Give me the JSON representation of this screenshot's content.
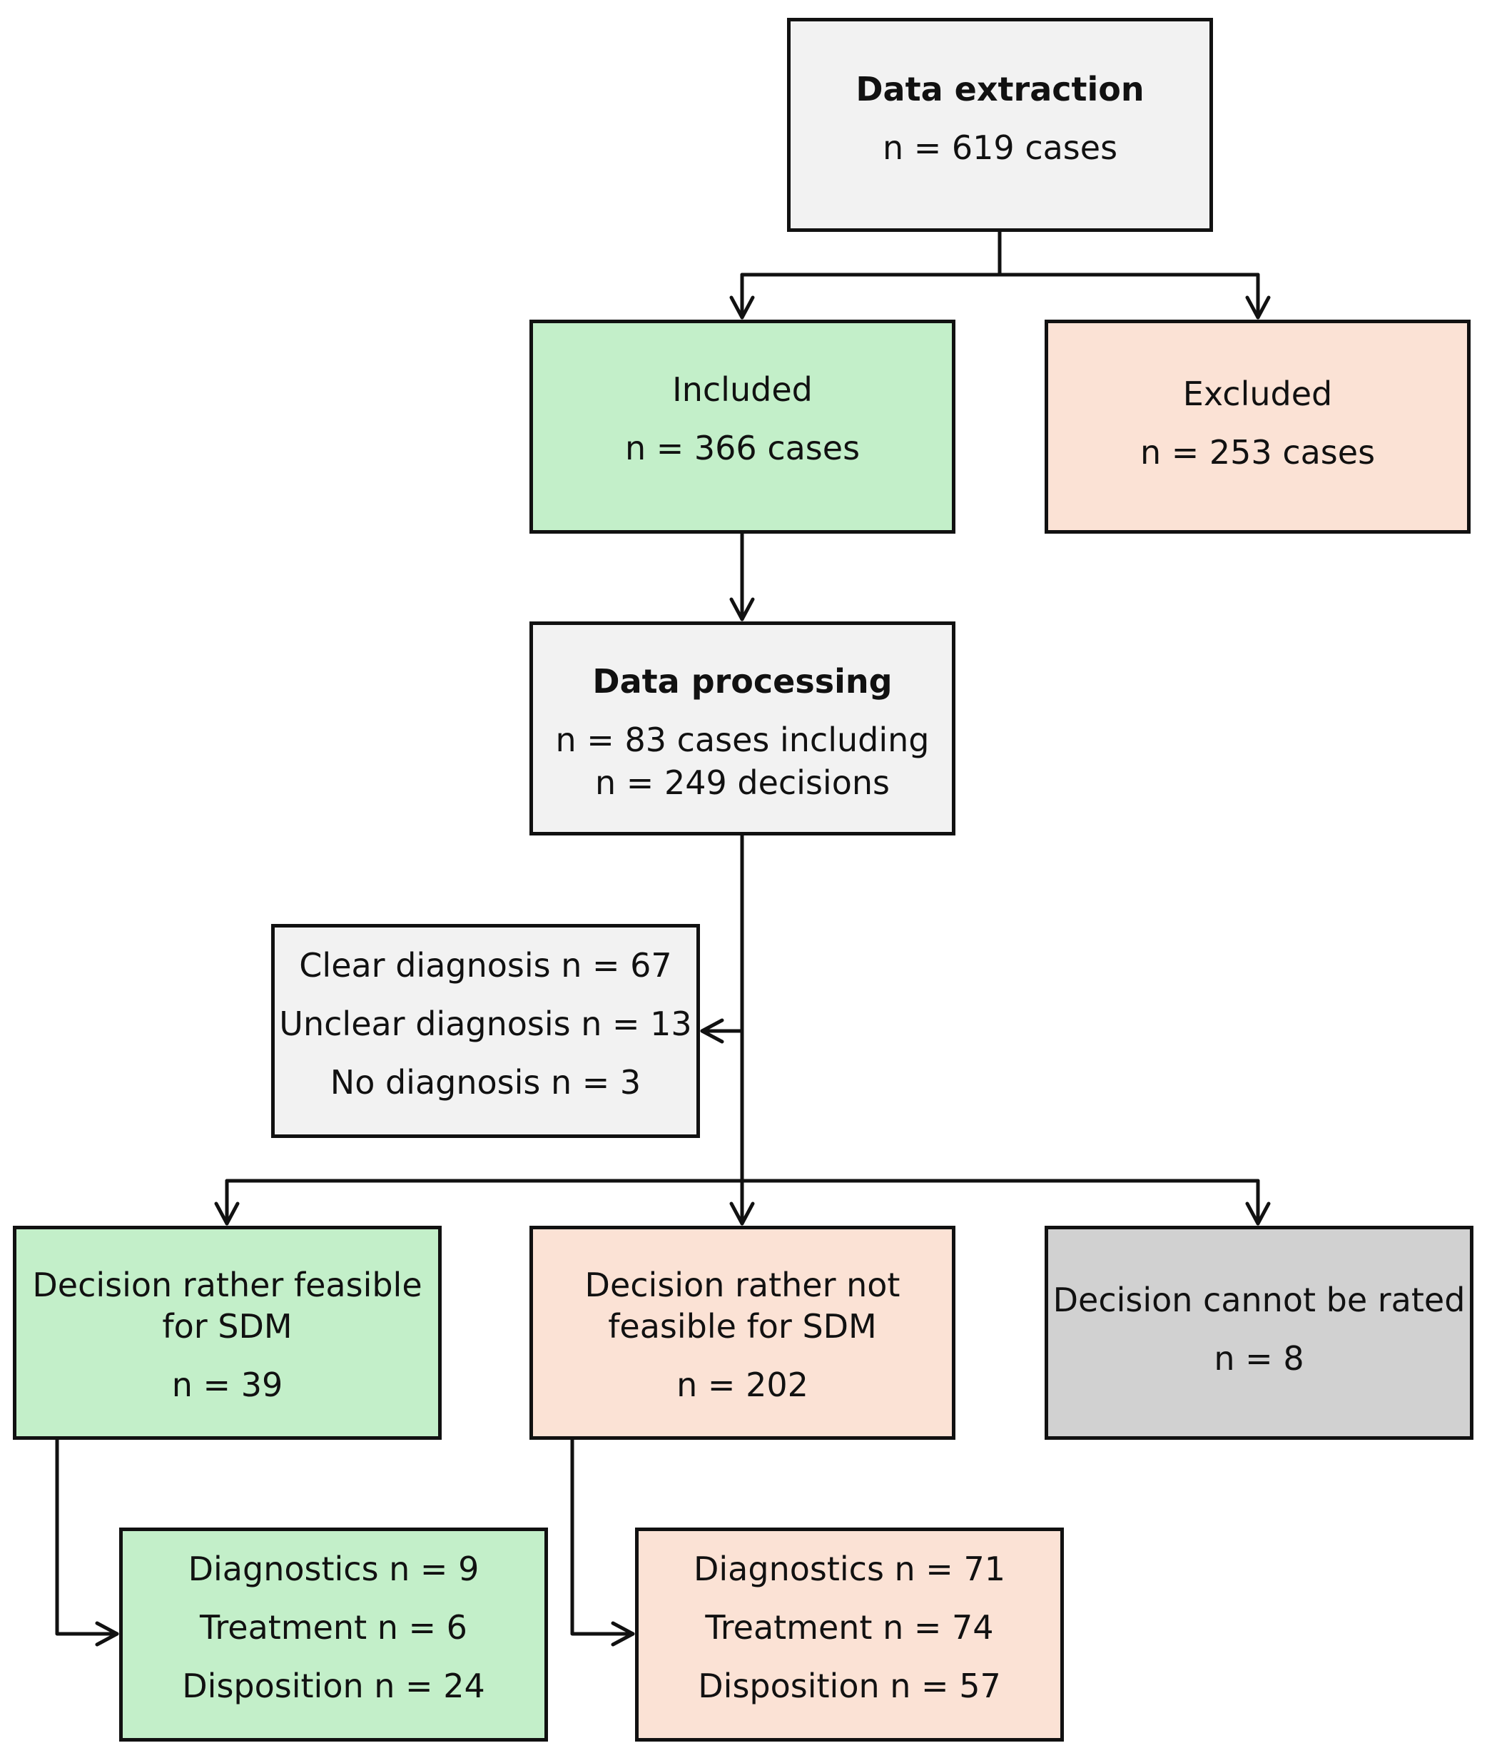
{
  "nodes": {
    "extraction": {
      "title": "Data extraction",
      "count": "n = 619 cases"
    },
    "included": {
      "title": "Included",
      "count": "n = 366 cases"
    },
    "excluded": {
      "title": "Excluded",
      "count": "n = 253 cases"
    },
    "processing": {
      "title": "Data processing",
      "line1": "n = 83 cases including",
      "line2": "n = 249  decisions"
    },
    "diagnosis": {
      "clear": "Clear diagnosis n = 67",
      "unclear": "Unclear diagnosis n = 13",
      "none": "No diagnosis n = 3"
    },
    "feasible": {
      "line1": "Decision rather feasible",
      "line2": "for SDM",
      "count": "n = 39"
    },
    "not_feasible": {
      "line1": "Decision rather not",
      "line2": "feasible for SDM",
      "count": "n = 202"
    },
    "cannot_rate": {
      "title": "Decision cannot be rated",
      "count": "n = 8"
    },
    "feasible_breakdown": {
      "diagnostics": "Diagnostics n = 9",
      "treatment": "Treatment n = 6",
      "disposition": "Disposition n = 24"
    },
    "not_feasible_breakdown": {
      "diagnostics": "Diagnostics n = 71",
      "treatment": "Treatment n = 74",
      "disposition": "Disposition n = 57"
    }
  },
  "colors": {
    "neutral": "#f2f2f2",
    "included": "#c3efc9",
    "excluded": "#fbe2d5",
    "unrated": "#d1d1d1",
    "stroke": "#111111"
  }
}
